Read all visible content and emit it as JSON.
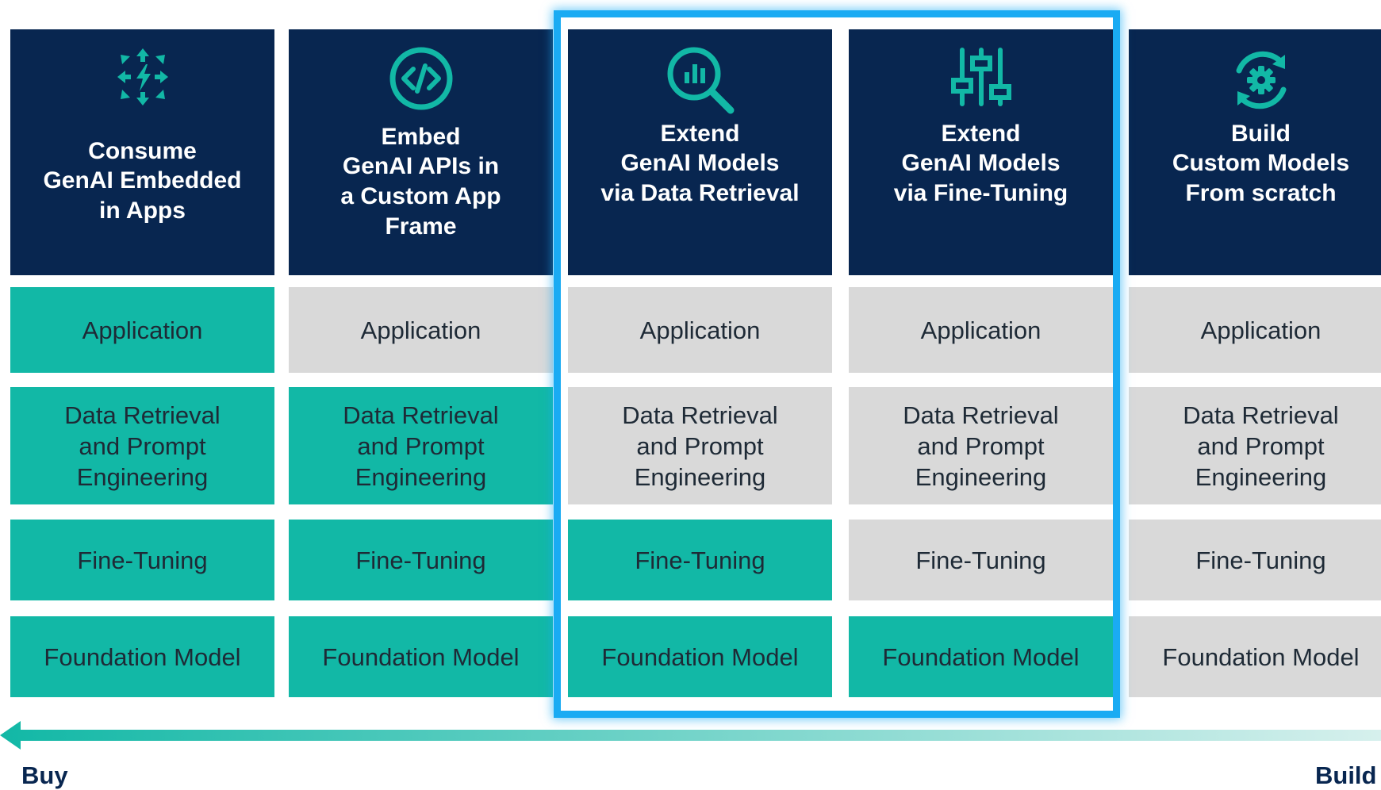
{
  "columns": [
    {
      "icon": "arrows-lightning-icon",
      "verb": "Consume",
      "desc": "GenAI Embedded\nin Apps",
      "layers": [
        {
          "label": "Application",
          "active": true
        },
        {
          "label": "Data Retrieval\nand Prompt\nEngineering",
          "active": true
        },
        {
          "label": "Fine-Tuning",
          "active": true
        },
        {
          "label": "Foundation Model",
          "active": true
        }
      ]
    },
    {
      "icon": "code-icon",
      "verb": "Embed",
      "desc": "GenAI APIs in\na Custom App\nFrame",
      "layers": [
        {
          "label": "Application",
          "active": false
        },
        {
          "label": "Data Retrieval\nand Prompt\nEngineering",
          "active": true
        },
        {
          "label": "Fine-Tuning",
          "active": true
        },
        {
          "label": "Foundation Model",
          "active": true
        }
      ]
    },
    {
      "icon": "magnifier-chart-icon",
      "verb": "Extend",
      "desc": "GenAI Models\nvia Data Retrieval",
      "layers": [
        {
          "label": "Application",
          "active": false
        },
        {
          "label": "Data Retrieval\nand Prompt\nEngineering",
          "active": false
        },
        {
          "label": "Fine-Tuning",
          "active": true
        },
        {
          "label": "Foundation Model",
          "active": true
        }
      ]
    },
    {
      "icon": "sliders-icon",
      "verb": "Extend",
      "desc": "GenAI Models\nvia Fine-Tuning",
      "layers": [
        {
          "label": "Application",
          "active": false
        },
        {
          "label": "Data Retrieval\nand Prompt\nEngineering",
          "active": false
        },
        {
          "label": "Fine-Tuning",
          "active": false
        },
        {
          "label": "Foundation Model",
          "active": true
        }
      ]
    },
    {
      "icon": "gear-cycle-icon",
      "verb": "Build",
      "desc": "Custom Models\nFrom scratch",
      "layers": [
        {
          "label": "Application",
          "active": false
        },
        {
          "label": "Data Retrieval\nand Prompt\nEngineering",
          "active": false
        },
        {
          "label": "Fine-Tuning",
          "active": false
        },
        {
          "label": "Foundation Model",
          "active": false
        }
      ]
    }
  ],
  "axis": {
    "left_label": "Buy",
    "right_label": "Build"
  },
  "colors": {
    "header": "#082650",
    "active": "#12b8a6",
    "inactive": "#d9d9d9",
    "highlight": "#1aabf3",
    "arrow_start": "#12b8a6",
    "arrow_end": "#d6f0ed"
  }
}
